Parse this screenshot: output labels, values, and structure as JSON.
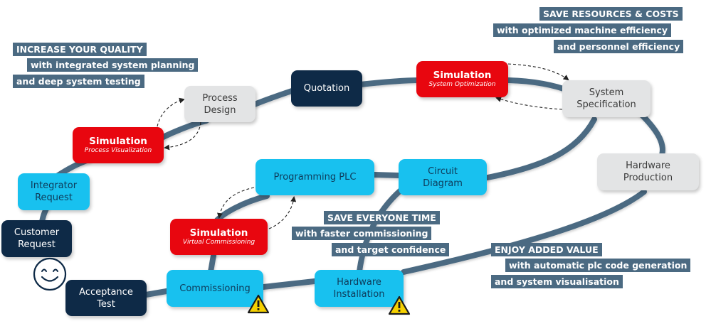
{
  "colors": {
    "path": "#4b6a82",
    "dark_node": "#0e2a47",
    "cyan_node": "#18c1ef",
    "grey_node": "#e3e4e5",
    "red_node": "#e8060f",
    "callout_bg": "#4b6a82",
    "warning": "#f5d000"
  },
  "nodes": {
    "customer_request": {
      "lines": [
        "Customer",
        "Request"
      ],
      "style": "dark"
    },
    "integrator_request": {
      "lines": [
        "Integrator",
        "Request"
      ],
      "style": "cyan"
    },
    "sim_process_visualization": {
      "title": "Simulation",
      "subtitle": "Process Visualization",
      "style": "red"
    },
    "process_design": {
      "lines": [
        "Process",
        "Design"
      ],
      "style": "grey"
    },
    "quotation": {
      "lines": [
        "Quotation"
      ],
      "style": "dark"
    },
    "sim_system_optimization": {
      "title": "Simulation",
      "subtitle": "System Optimization",
      "style": "red"
    },
    "system_specification": {
      "lines": [
        "System",
        "Specification"
      ],
      "style": "grey"
    },
    "hardware_production": {
      "lines": [
        "Hardware",
        "Production"
      ],
      "style": "grey"
    },
    "circuit_diagram": {
      "lines": [
        "Circuit",
        "Diagram"
      ],
      "style": "cyan"
    },
    "programming_plc": {
      "lines": [
        "Programming PLC"
      ],
      "style": "cyan"
    },
    "sim_virtual_commissioning": {
      "title": "Simulation",
      "subtitle": "Virtual Commissioning",
      "style": "red"
    },
    "commissioning": {
      "lines": [
        "Commissioning"
      ],
      "style": "cyan",
      "warning": true
    },
    "hardware_installation": {
      "lines": [
        "Hardware",
        "Installation"
      ],
      "style": "cyan",
      "warning": true
    },
    "acceptance_test": {
      "lines": [
        "Acceptance",
        "Test"
      ],
      "style": "dark"
    }
  },
  "icons": {
    "smiley": "smiley-face-icon",
    "warning": "warning-triangle-icon"
  },
  "callouts": {
    "quality": [
      "INCREASE YOUR QUALITY",
      "with integrated system planning",
      "and deep system testing"
    ],
    "resources": [
      "SAVE RESOURCES & COSTS",
      "with optimized machine efficiency",
      "and personnel efficiency"
    ],
    "time": [
      "SAVE EVERYONE TIME",
      "with faster commissioning",
      "and target confidence"
    ],
    "value": [
      "ENJOY ADDED VALUE",
      "with automatic plc code generation",
      "and system visualisation"
    ]
  }
}
